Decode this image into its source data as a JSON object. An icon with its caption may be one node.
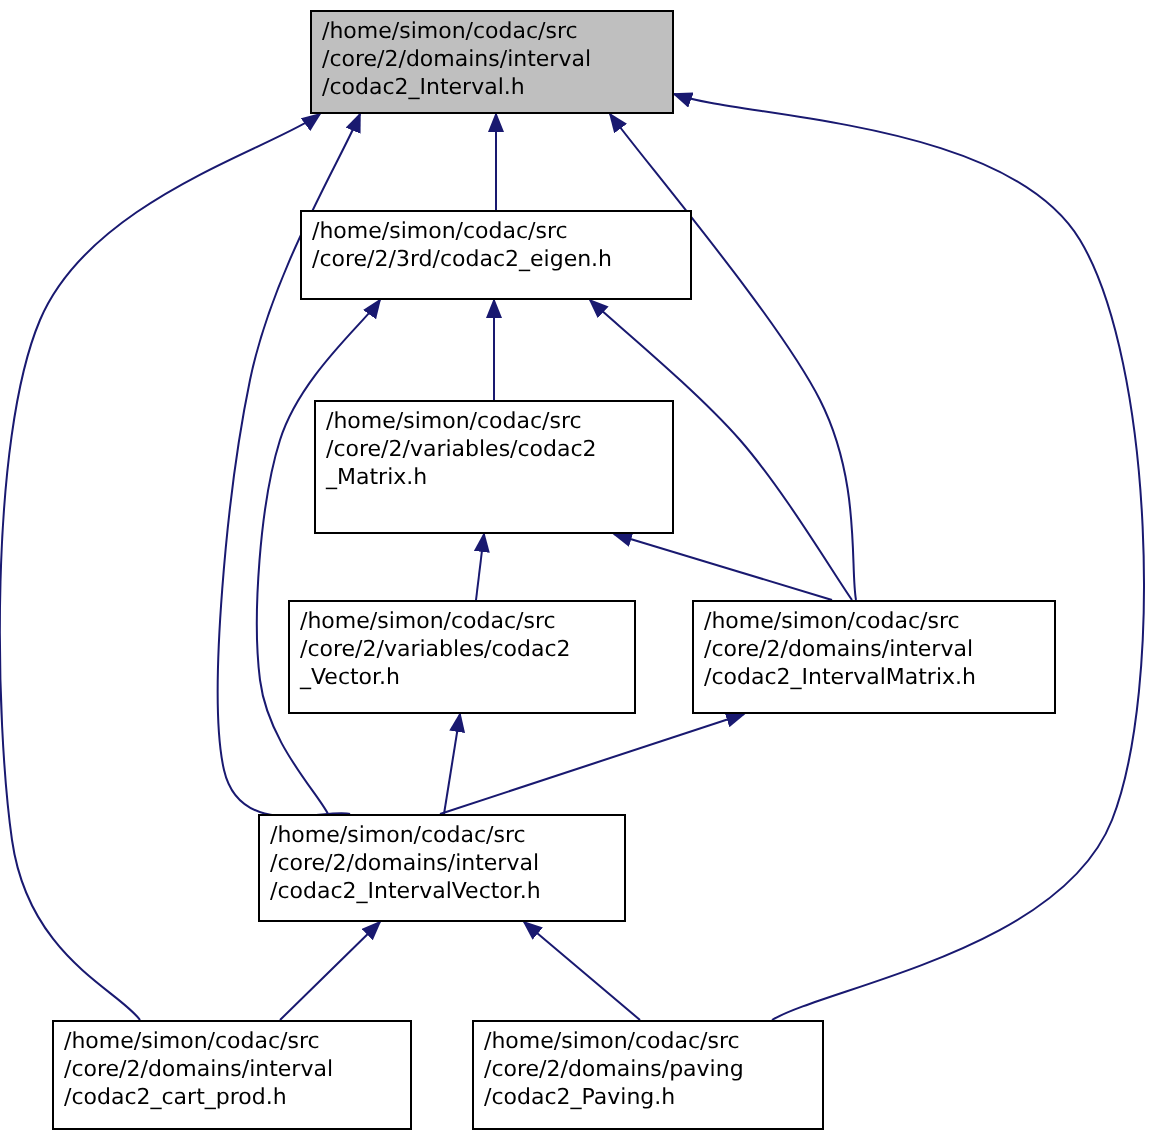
{
  "diagram": {
    "nodes": [
      {
        "text": [
          "/home/simon/codac/src /core/2/domains/interval /codac2_Interval.h"
        ]
      },
      {
        "text": [
          "/home/simon/codac/src /core/2/3rd/codac2_eigen.h"
        ]
      },
      {
        "text": [
          "/home/simon/codac/src /core/2/variables/codac2 _Matrix.h"
        ]
      },
      {
        "text": [
          "/home/simon/codac/src /core/2/variables/codac2 _Vector.h"
        ]
      },
      {
        "text": [
          "/home/simon/codac/src /core/2/domains/interval /codac2_IntervalMatrix.h"
        ]
      },
      {
        "text": [
          "/home/simon/codac/src /core/2/domains/interval /codac2_IntervalVector.h"
        ]
      },
      {
        "text": [
          "/home/simon/codac/src /core/2/domains/interval /codac2_cart_prod.h"
        ]
      },
      {
        "text": [
          "/home/simon/codac/src /core/2/domains/paving /codac2_Paving.h"
        ]
      }
    ],
    "edges": [
      {
        "from": 1,
        "to": 0,
        "arrow": "to"
      },
      {
        "from": 5,
        "to": 0,
        "arrow": "to"
      },
      {
        "from": 6,
        "to": 0,
        "arrow": "to"
      },
      {
        "from": 4,
        "to": 0,
        "arrow": "to"
      },
      {
        "from": 7,
        "to": 0,
        "arrow": "to"
      },
      {
        "from": 2,
        "to": 1,
        "arrow": "to"
      },
      {
        "from": 5,
        "to": 1,
        "arrow": "to"
      },
      {
        "from": 4,
        "to": 1,
        "arrow": "to"
      },
      {
        "from": 3,
        "to": 2,
        "arrow": "to"
      },
      {
        "from": 4,
        "to": 2,
        "arrow": "to"
      },
      {
        "from": 5,
        "to": 3,
        "arrow": "to"
      },
      {
        "from": 5,
        "to": 4,
        "arrow": "to"
      },
      {
        "from": 6,
        "to": 5,
        "arrow": "to"
      },
      {
        "from": 7,
        "to": 5,
        "arrow": "to"
      }
    ]
  }
}
